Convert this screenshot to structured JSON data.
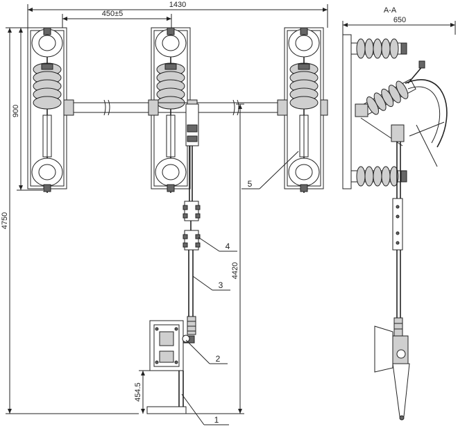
{
  "dimensions": {
    "overall_width": "1430",
    "pole_spacing": "450±5",
    "section_label": "A-A",
    "side_width": "650",
    "frame_height": "900",
    "total_height": "4750",
    "rod_height": "4420",
    "base_height": "454.5"
  },
  "callouts": [
    "1",
    "2",
    "3",
    "4",
    "5"
  ],
  "colors": {
    "line": "#222222",
    "fill": "#cfcfcf"
  }
}
